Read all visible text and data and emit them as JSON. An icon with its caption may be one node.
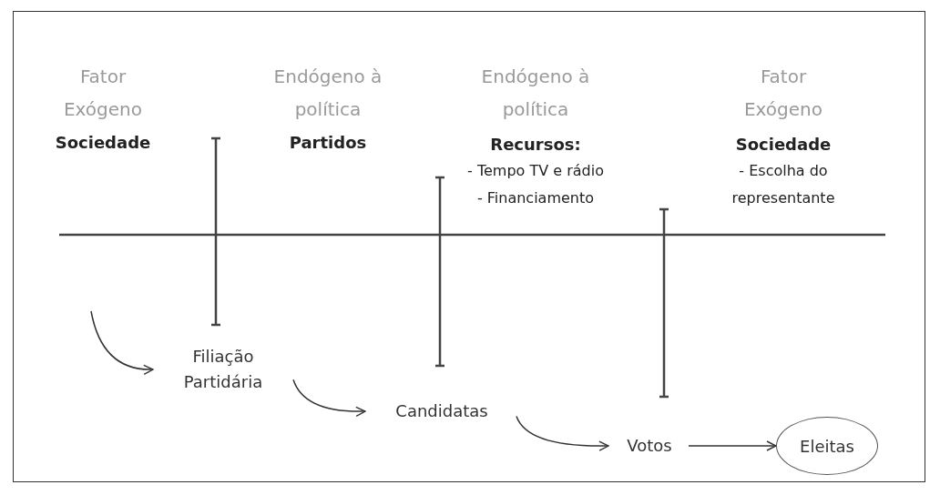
{
  "diagram": {
    "nodes": [
      {
        "text": [
          "Filiação Partidária"
        ]
      },
      {
        "text": [
          "Candidatas"
        ]
      },
      {
        "text": [
          "Votos"
        ]
      },
      {
        "text": [
          "Eleitas"
        ]
      }
    ],
    "edges": [
      {
        "from": null,
        "to": 0,
        "arrow": "to"
      },
      {
        "from": 0,
        "to": 1,
        "arrow": "to"
      },
      {
        "from": 1,
        "to": 2,
        "arrow": "to"
      },
      {
        "from": 2,
        "to": 3,
        "arrow": "to"
      }
    ],
    "labels": [
      "Fator Exógeno",
      "Sociedade",
      "Endógeno à política",
      "Partidos",
      "Endógeno à política",
      "Recursos:",
      "- Tempo TV e rádio",
      "- Financiamento",
      "Fator Exógeno",
      "Sociedade",
      "- Escolha do representante"
    ]
  }
}
